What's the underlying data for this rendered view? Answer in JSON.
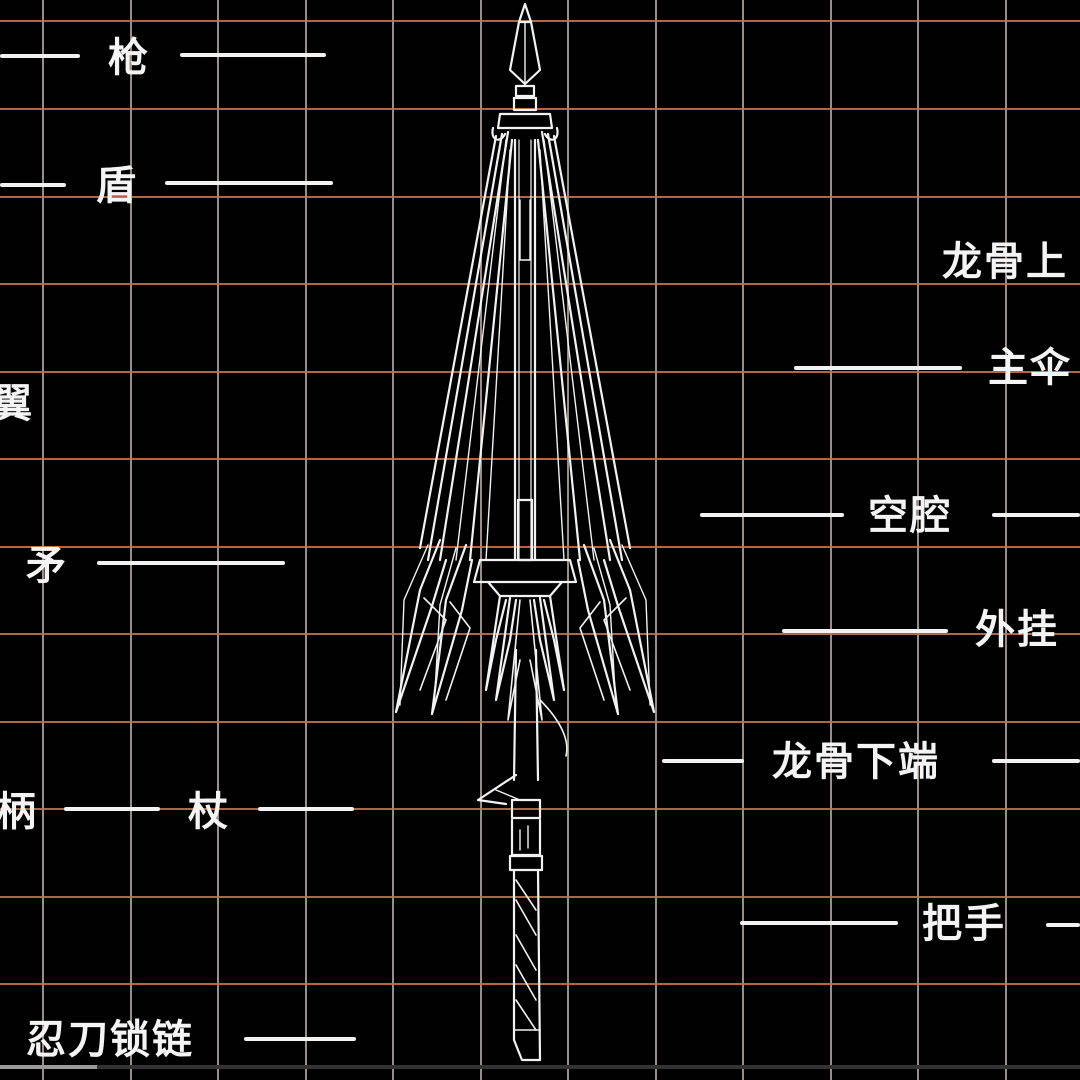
{
  "diagram": {
    "background": "#020101",
    "grid": {
      "vertical_color": "#b8a6a0",
      "horizontal_color": "#c8704a",
      "vertical_x": [
        42,
        130,
        217,
        305,
        392,
        480,
        567,
        655,
        742,
        830,
        917,
        1005
      ],
      "horizontal_y": [
        20,
        108,
        196,
        283,
        371,
        458,
        546,
        633,
        721,
        808,
        896,
        983
      ]
    },
    "subject": "umbrella weapon line-art outline",
    "left_labels": [
      {
        "id": "qiang",
        "text": "枪",
        "meaning": "spear"
      },
      {
        "id": "dun",
        "text": "盾",
        "meaning": "shield"
      },
      {
        "id": "yi",
        "text": "翼",
        "meaning": "wing"
      },
      {
        "id": "mao",
        "text": "矛",
        "meaning": "lance"
      },
      {
        "id": "bing",
        "text": "柄",
        "meaning": "handle"
      },
      {
        "id": "zhang",
        "text": "杖",
        "meaning": "staff"
      },
      {
        "id": "rendao",
        "text": "忍刀锁链",
        "meaning": "ninja blade chain"
      }
    ],
    "right_labels": [
      {
        "id": "longgu-top",
        "text": "龙骨上",
        "meaning": "keel upper"
      },
      {
        "id": "zhusan",
        "text": "主伞",
        "meaning": "main umbrella"
      },
      {
        "id": "kongqiang",
        "text": "空腔",
        "meaning": "cavity"
      },
      {
        "id": "waigua",
        "text": "外挂",
        "meaning": "external mount"
      },
      {
        "id": "longgu-bottom",
        "text": "龙骨下端",
        "meaning": "keel lower end"
      },
      {
        "id": "bashou",
        "text": "把手",
        "meaning": "grip"
      }
    ],
    "text_color": "#f4f4f4",
    "playback_progress_percent": 9
  }
}
